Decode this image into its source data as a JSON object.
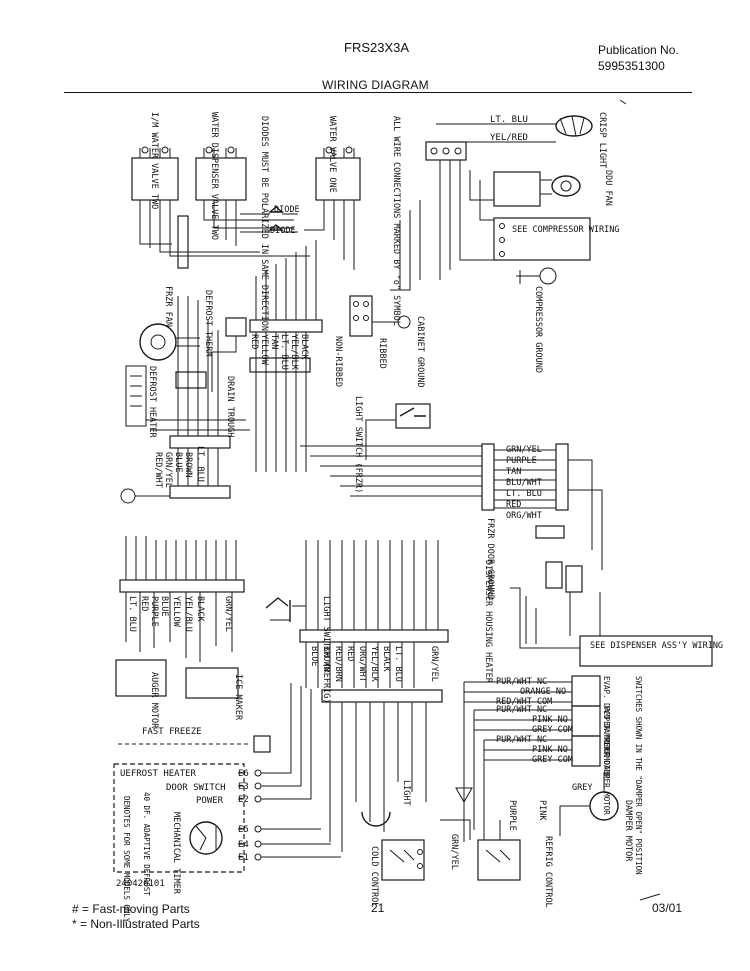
{
  "header": {
    "model": "FRS23X3A",
    "publication_label": "Publication No.",
    "publication_number": "5995351300",
    "title": "WIRING DIAGRAM"
  },
  "footer": {
    "legend_fast": "#  =  Fast-moving Parts",
    "legend_non": "*  =  Non-Illustrated Parts",
    "page": "21",
    "date": "03/01"
  },
  "labels": {
    "ice_valve": "I/M WATER VALVE TWO",
    "disp_valve": "WATER DISPENSER VALVE TWO",
    "diodes_note": "DIODES MUST BE POLARIZED IN SAME DIRECTION",
    "valve_one": "WATER VALVE ONE",
    "wire_note": "ALL WIRE CONNECTIONS MARKED BY \"o\" SYMBOL",
    "diode_a": "DIODE",
    "diode_b": "DIODE",
    "lt_blu_top": "LT. BLU",
    "yel_red_top": "YEL/RED",
    "crisp_light": "CRISP LIGHT",
    "ddu_fan": "DDU FAN",
    "see_comp": "SEE COMPRESSOR WIRING",
    "comp_ground": "COMPRESSOR GROUND",
    "frzr_fan": "FRZR FAN",
    "defrost_therm": "DEFROST THERM",
    "cabinet_ground": "CABINET GROUND",
    "ribbed": "RIBBED",
    "non_ribbed": "NON-RIBBED",
    "drain_trough": "DRAIN TROUGH",
    "defrost_heater": "DEFROST HEATER",
    "light_switch_frzr": "LIGHT SWITCH (FRZR)",
    "frzr_door_ground": "FRZR DOOR GROUND",
    "disp_housing_heater": "DISPENSER HOUSING HEATER",
    "light_switch_refr": "LIGHT SWITCH (REFRIG)",
    "see_disp": "SEE DISPENSER ASS'Y WIRING",
    "auger_motor": "AUGER MOTOR",
    "ice_maker": "ICE MAKER",
    "fast_freeze": "FAST FREEZE",
    "timer_defrost": "UEFROST HEATER",
    "timer_door": "DOOR SWITCH",
    "timer_power": "POWER",
    "e6": "E6",
    "e3": "E3",
    "e2": "E2",
    "e5": "E5",
    "e4": "E4",
    "e1": "E1",
    "mech_timer": "MECHANICAL TIMER",
    "denotes": "DENOTES FOR SOME MODELS ONLY",
    "adaptive": "40 DF. ADAPTIVE DEFROST",
    "part_code": "240426101",
    "light": "LIGHT",
    "cold_control": "COLD CONTROL",
    "grn_yel_bottom": "GRN/YEL",
    "purple_bottom": "PURPLE",
    "pink_bottom": "PINK",
    "grey_bottom": "GREY",
    "refrig_control": "REFRIG CONTROL",
    "damper_motor": "DAMPER MOTOR",
    "switches_note": "SWITCHES SHOWN IN THE \"DAMPER OPEN\" POSITION",
    "evap_damper": "EVAP. DAMPER MOTOR",
    "fcd_damper": "FCD DAMPER MOTOR",
    "refr_damper": "REFR DAMPER MOTOR",
    "sw1_a": "PUR/WHT NC",
    "sw1_b": "ORANGE NO",
    "sw1_c": "RED/WHT COM",
    "sw2_a": "PUR/WHT NC",
    "sw2_b": "PINK NO",
    "sw2_c": "GREY COM",
    "sw3_a": "PUR/WHT NC",
    "sw3_b": "PINK NO",
    "sw3_c": "GREY COM",
    "grey_right": "GREY"
  },
  "wire_groups": {
    "harness_a": [
      "RED",
      "YELLOW",
      "TAN",
      "LT. BLU",
      "YEL/BLK",
      "BLACK"
    ],
    "harness_b": [
      "LT. BLU",
      "BROWN",
      "BLUE",
      "GRN/YEL",
      "RED/WHT"
    ],
    "harness_c": [
      "LT. BLU",
      "RED",
      "PURPLE",
      "BLUE",
      "YELLOW",
      "YEL/BLU",
      "BLACK",
      "GRN/YEL"
    ],
    "harness_d": [
      "BLUE",
      "BROWN",
      "RED/BRN",
      "RED",
      "ORG/WHT",
      "YEL/BLK",
      "BLACK",
      "LT. BLU",
      "GRN/YEL"
    ],
    "disp_plug": [
      "GRN/YEL",
      "PURPLE",
      "TAN",
      "BLU/WHT",
      "LT. BLU",
      "RED",
      "ORG/WHT"
    ]
  },
  "colors": {
    "ink": "#1a1a1a",
    "paper": "#ffffff"
  }
}
